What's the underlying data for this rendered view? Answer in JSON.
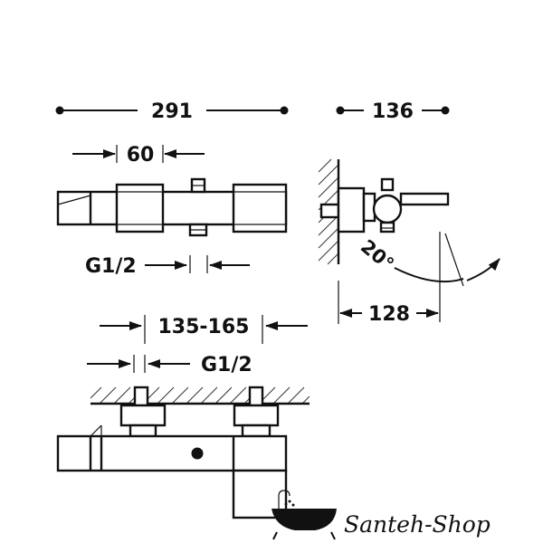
{
  "dimensions": {
    "overall_width": "291",
    "depth": "136",
    "handle_width": "60",
    "inlet_thread_top": "G1/2",
    "wall_offset": "128",
    "angle": "20°",
    "centers_range": "135-165",
    "inlet_thread_front": "G1/2"
  },
  "watermark": {
    "text": "Santeh-Shop",
    "icon": "bathtub-icon"
  },
  "colors": {
    "line": "#111111",
    "background": "#ffffff"
  }
}
